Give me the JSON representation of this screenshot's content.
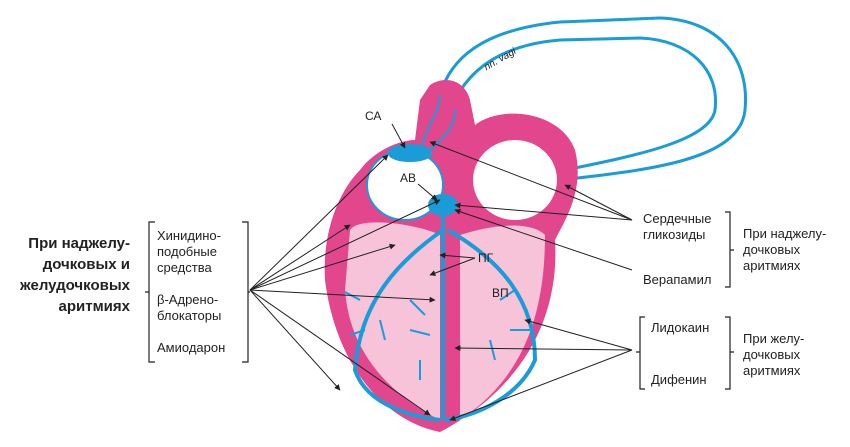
{
  "left_group": {
    "title_lines": [
      "При наджелу-",
      "дочковых и",
      "желудочковых",
      "аритмиях"
    ],
    "drugs": [
      [
        "Хинидино-",
        "подобные",
        "средства"
      ],
      [
        "β-Адрено-",
        "блокаторы"
      ],
      [
        "Амиодарон"
      ]
    ]
  },
  "right_upper": {
    "drugs": [
      [
        "Сердечные",
        "гликозиды"
      ],
      [
        "Верапамил"
      ]
    ],
    "title_lines": [
      "При наджелу-",
      "дочковых",
      "аритмиях"
    ]
  },
  "right_lower": {
    "drugs": [
      [
        "Лидокаин"
      ],
      [
        "Дифенин"
      ]
    ],
    "title_lines": [
      "При желу-",
      "дочковых",
      "аритмиях"
    ]
  },
  "labels": {
    "sa": "СА",
    "av": "АВ",
    "pg": "ПГ",
    "vp": "ВП",
    "vagus": "nn. vagi"
  },
  "colors": {
    "myocardium": "#e2468c",
    "chamber": "#f7c3d8",
    "conduction": "#1a9cd8",
    "text": "#222222"
  }
}
